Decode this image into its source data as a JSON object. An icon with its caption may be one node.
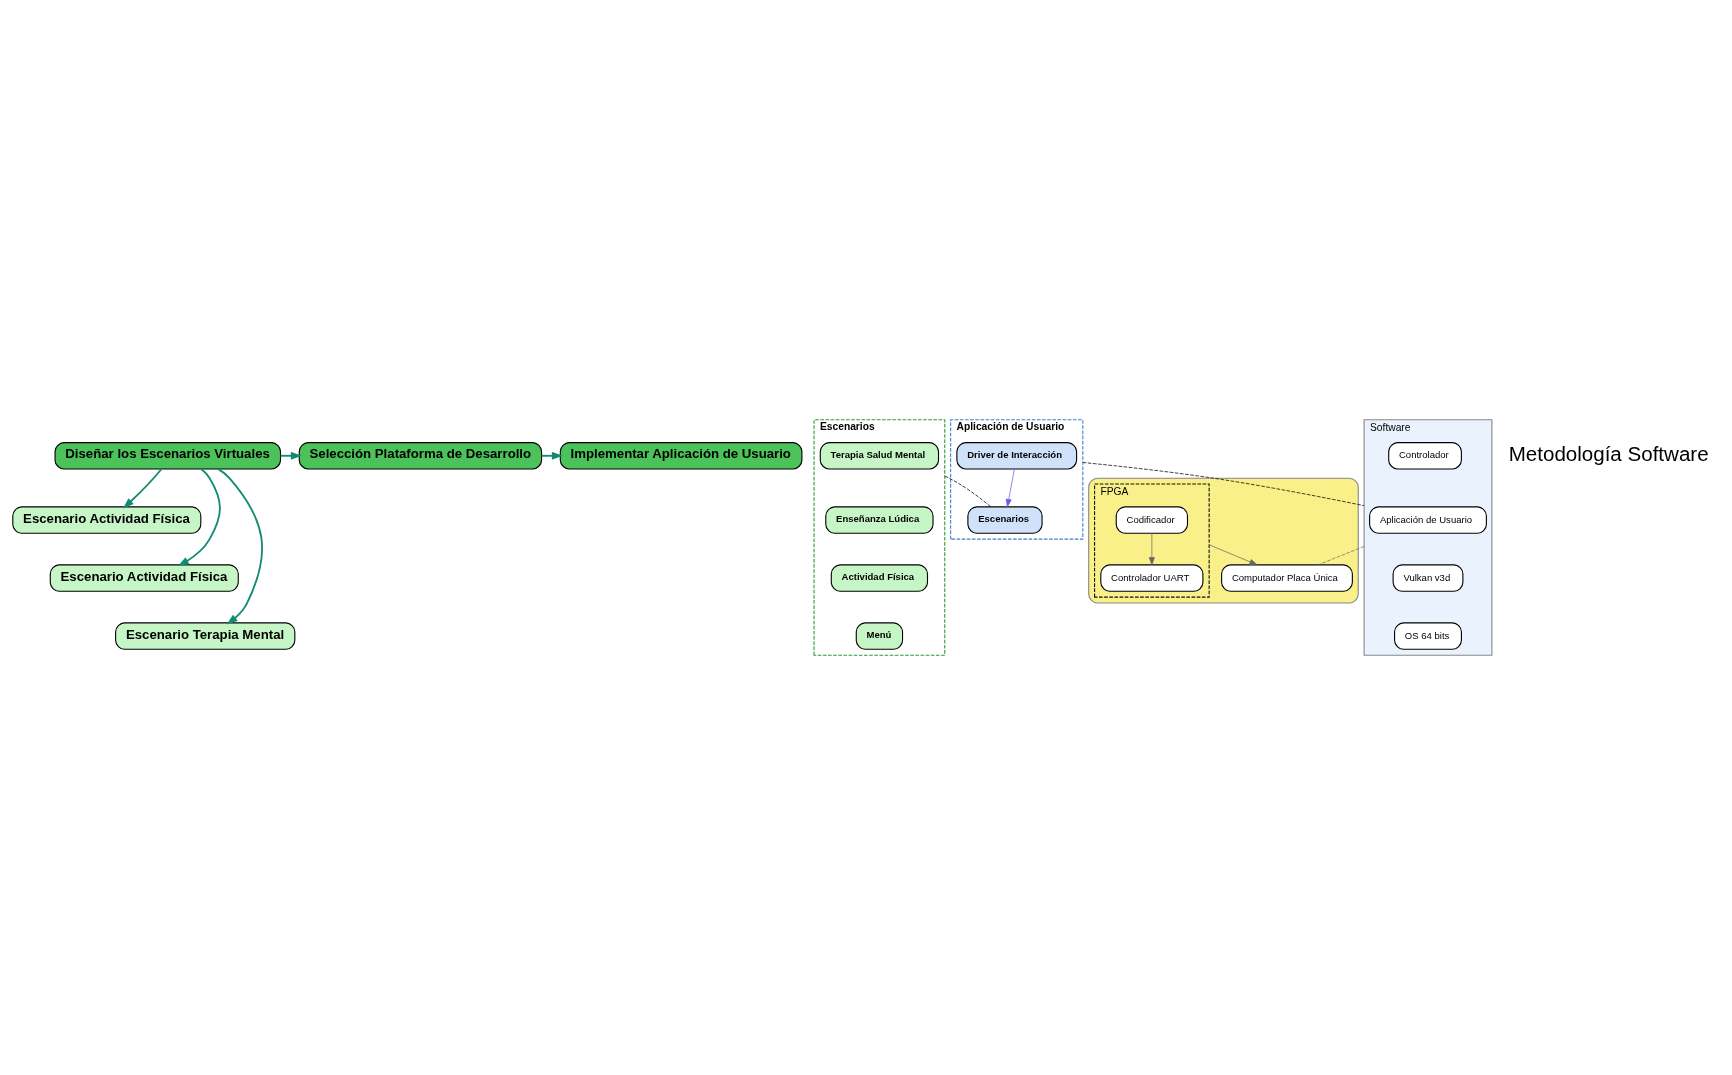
{
  "diagram": {
    "nodes": [
      {
        "text": [
          "Diseñar los Escenarios Virtuales"
        ]
      },
      {
        "text": [
          "Selección Plataforma de Desarrollo"
        ]
      },
      {
        "text": [
          "Implementar Aplicación de Usuario"
        ]
      },
      {
        "text": [
          "Escenario Actividad Física"
        ]
      },
      {
        "text": [
          "Escenario Actividad Física"
        ]
      },
      {
        "text": [
          "Escenario Terapia Mental"
        ]
      },
      {
        "text": [
          "Escenarios"
        ]
      },
      {
        "text": [
          "Terapia Salud Mental"
        ],
        "in": 6
      },
      {
        "text": [
          "Enseñanza Lúdica"
        ],
        "in": 6
      },
      {
        "text": [
          "Actividad Física"
        ],
        "in": 6
      },
      {
        "text": [
          "Menú"
        ],
        "in": 6
      },
      {
        "text": [
          "Aplicación de Usuario"
        ]
      },
      {
        "text": [
          "Driver de Interacción"
        ],
        "in": 11
      },
      {
        "text": [
          "Escenarios"
        ],
        "in": 11
      },
      {
        "text": [
          "Software"
        ]
      },
      {
        "text": [
          "Aplicación de Usuario"
        ],
        "in": 14
      },
      {
        "text": [
          "Vulkan v3d"
        ],
        "in": 14
      },
      {
        "text": [
          "Controlador"
        ],
        "in": 14
      },
      {
        "text": [
          "OS 64 bits"
        ],
        "in": 14
      },
      {
        "text": [],
        "shape": "box"
      },
      {
        "text": [
          "FPGA"
        ],
        "in": 19
      },
      {
        "text": [
          "Codificador"
        ],
        "in": 20
      },
      {
        "text": [
          "Controlador UART"
        ],
        "in": 20
      },
      {
        "text": [
          "Computador Placa Única"
        ],
        "in": 19
      }
    ],
    "edges": [
      {
        "from": 0,
        "to": 1,
        "arrow": "to",
        "color": "#138a72"
      },
      {
        "from": 1,
        "to": 2,
        "arrow": "to",
        "color": "#138a72"
      },
      {
        "from": 0,
        "to": 3,
        "arrow": "to",
        "color": "#138a72"
      },
      {
        "from": 0,
        "to": 4,
        "arrow": "to",
        "color": "#138a72"
      },
      {
        "from": 0,
        "to": 5,
        "arrow": "to",
        "color": "#138a72"
      },
      {
        "from": 12,
        "to": 13,
        "arrow": "to",
        "color": "#6b5ce7"
      },
      {
        "from": 21,
        "to": 22,
        "arrow": "to",
        "color": "#666666"
      },
      {
        "from": 20,
        "to": 23,
        "arrow": "to",
        "color": "#666666"
      },
      {
        "from": 6,
        "to": 13,
        "arrow": "none",
        "style": "dashed",
        "color": "#000000"
      },
      {
        "from": 11,
        "to": 14,
        "arrow": "none",
        "style": "dashed",
        "color": "#000000"
      },
      {
        "from": 14,
        "to": 23,
        "arrow": "none",
        "style": "dashed",
        "color": "#666666"
      }
    ],
    "labels": [
      "Metodología Software"
    ]
  }
}
